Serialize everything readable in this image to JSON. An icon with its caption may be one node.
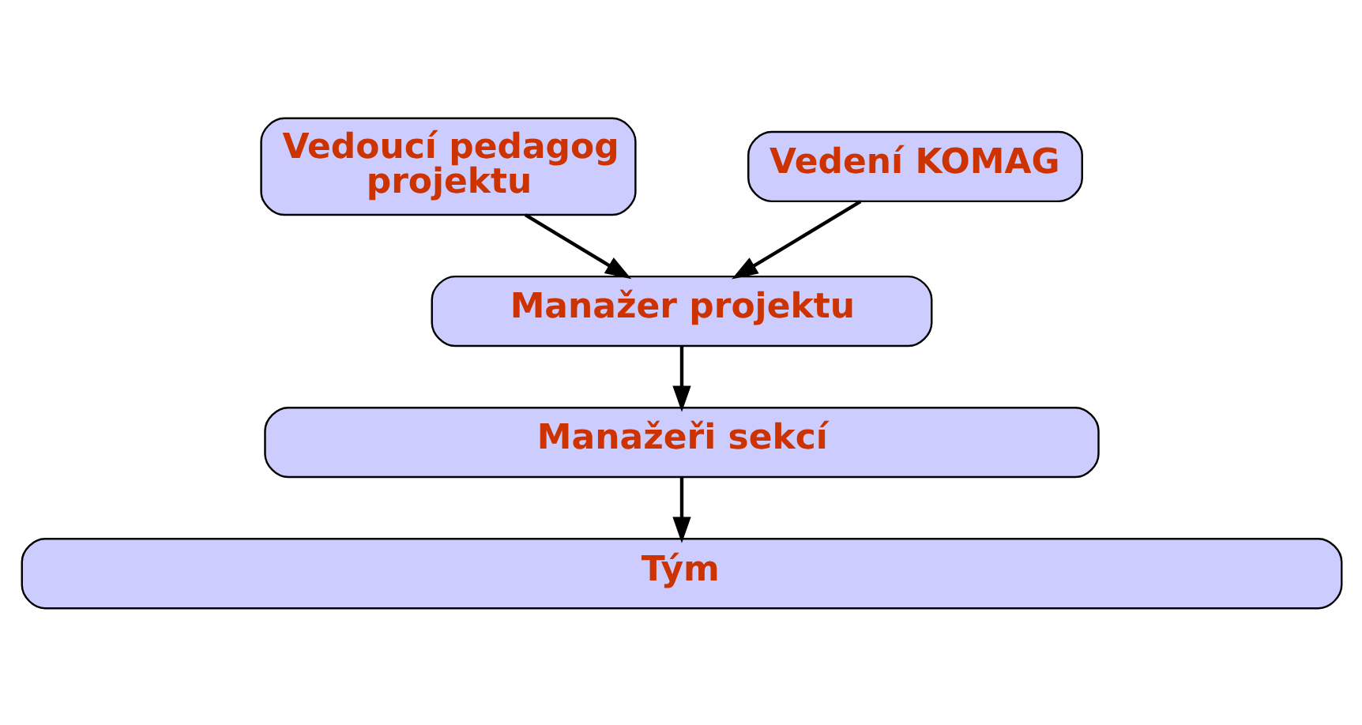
{
  "diagram": {
    "nodes": [
      {
        "text": [
          "Vedoucí pedagog projektu"
        ]
      },
      {
        "text": [
          "Vedení KOMAG"
        ]
      },
      {
        "text": [
          "Manažer projektu"
        ]
      },
      {
        "text": [
          "Manažeři sekcí"
        ]
      },
      {
        "text": [
          "Tým"
        ]
      }
    ],
    "edges": [
      {
        "from": 0,
        "to": 2,
        "arrow": "to"
      },
      {
        "from": 1,
        "to": 2,
        "arrow": "to"
      },
      {
        "from": 2,
        "to": 3,
        "arrow": "to"
      },
      {
        "from": 3,
        "to": 4,
        "arrow": "to"
      }
    ]
  }
}
